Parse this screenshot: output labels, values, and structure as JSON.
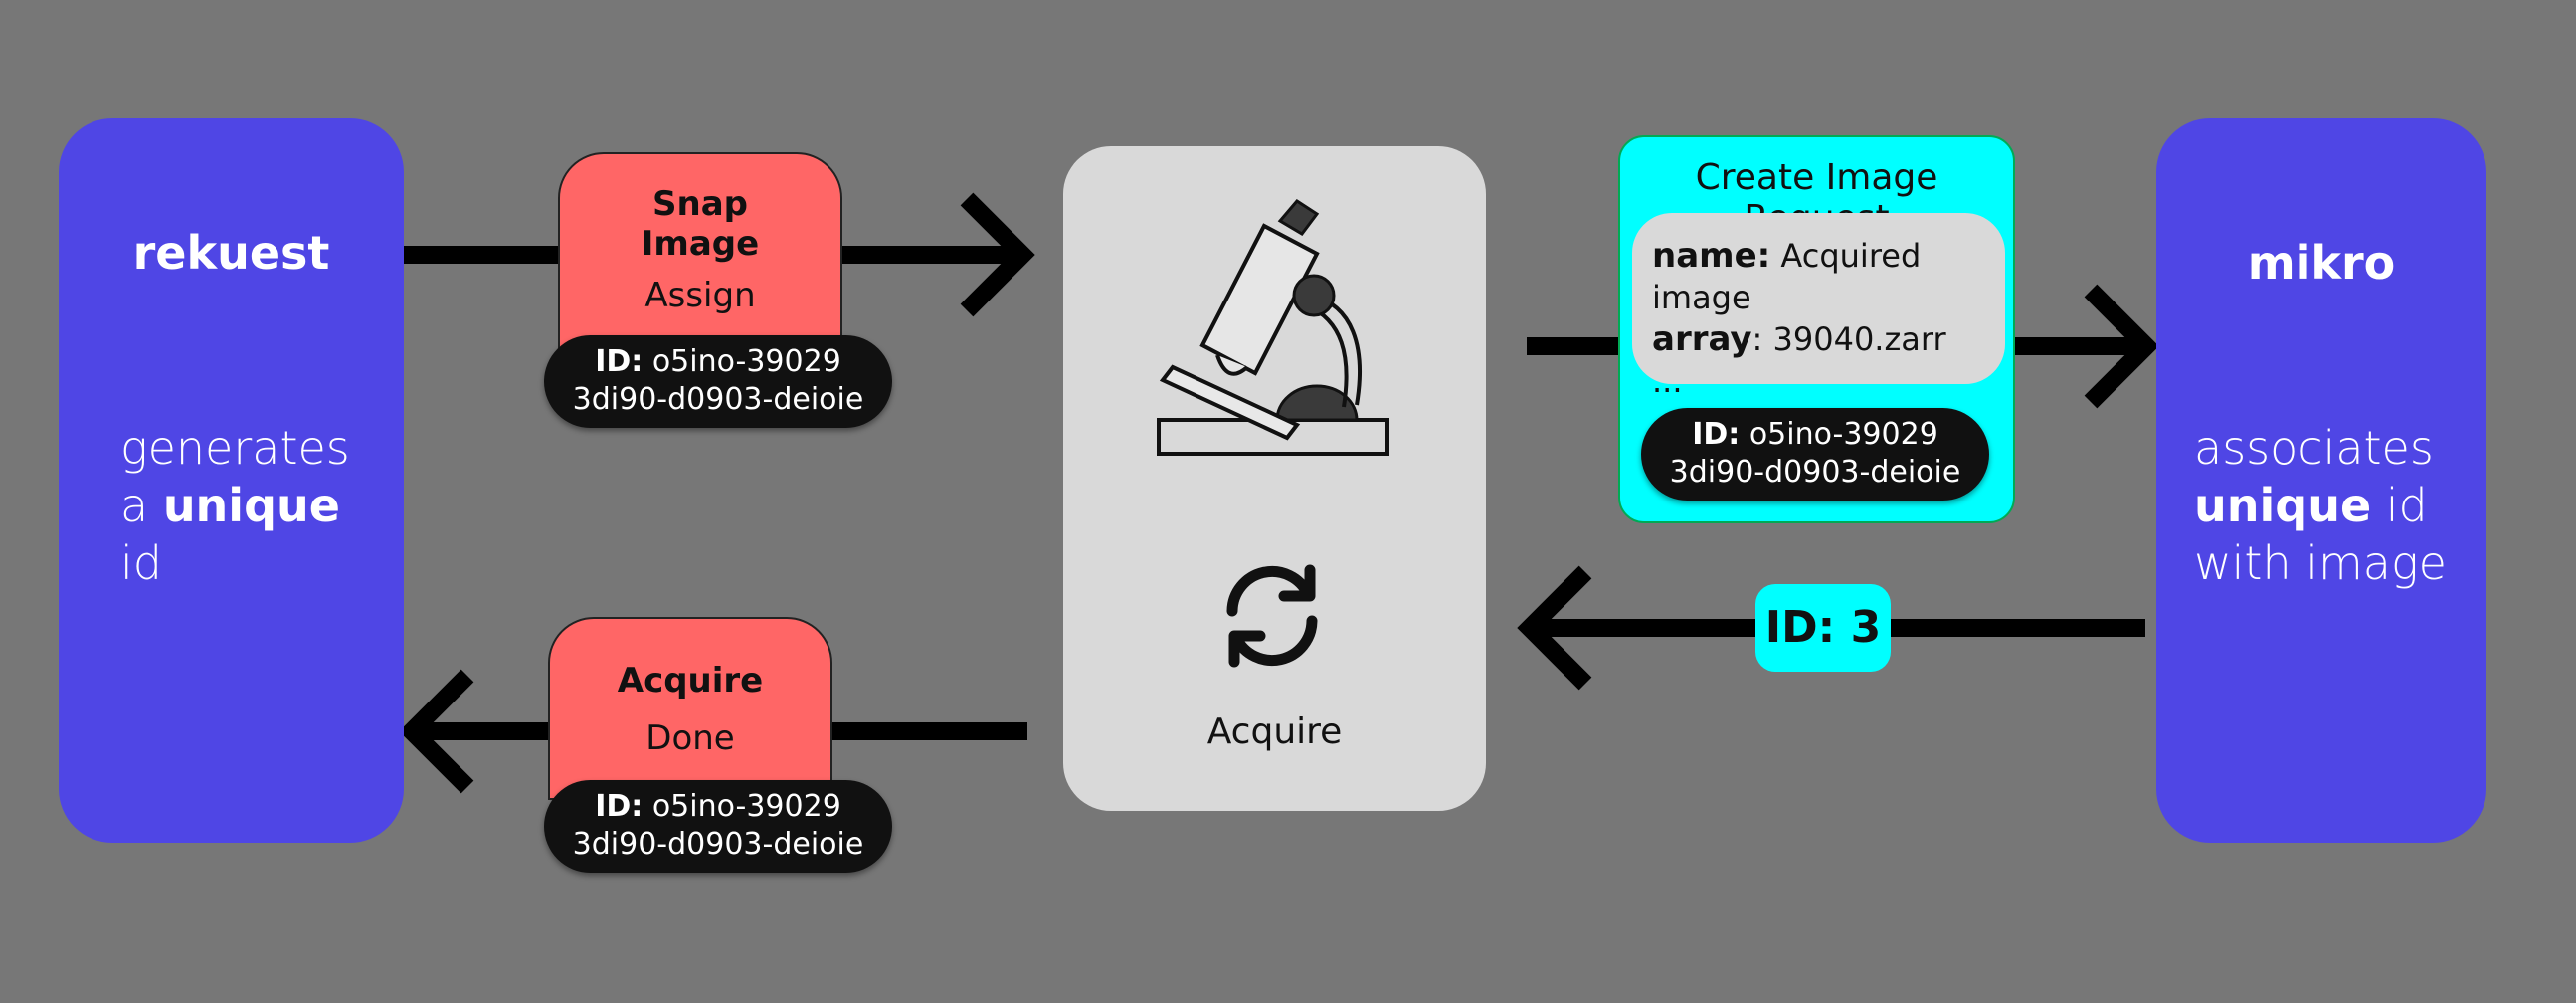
{
  "left_panel": {
    "title": "rekuest",
    "desc_line1": "generates",
    "desc_line2_prefix": "a ",
    "desc_line2_bold": "unique",
    "desc_line3": "id"
  },
  "right_panel": {
    "title": "mikro",
    "desc_line1": "associates",
    "desc_line2_bold": "unique",
    "desc_line2_suffix": " id",
    "desc_line3": "with image"
  },
  "snap_pill": {
    "title_line1": "Snap",
    "title_line2": "Image",
    "subtitle": "Assign",
    "id_label": "ID:",
    "id_part1": " o5ino-39029",
    "id_part2": "3di90-d0903-deioie"
  },
  "acquire_pill": {
    "title": "Acquire",
    "subtitle": "Done",
    "id_label": "ID:",
    "id_part1": " o5ino-39029",
    "id_part2": "3di90-d0903-deioie"
  },
  "center_card": {
    "label": "Acquire",
    "icons": [
      "microscope-icon",
      "refresh-icon"
    ]
  },
  "request_card": {
    "title": "Create Image Request",
    "name_label": "name:",
    "name_value": " Acquired image",
    "array_label": "array",
    "array_value": ": 39040.zarr",
    "ellipsis": "...",
    "id_label": "ID:",
    "id_part1": " o5ino-39029",
    "id_part2": "3di90-d0903-deioie"
  },
  "return_badge": {
    "label": "ID: 3"
  },
  "colors": {
    "background": "#777777",
    "panel_blue": "#4f46e5",
    "pill_red": "#ff6666",
    "cyan": "#00ffff",
    "card_grey": "#d9d9d9",
    "arrow": "#000000"
  }
}
